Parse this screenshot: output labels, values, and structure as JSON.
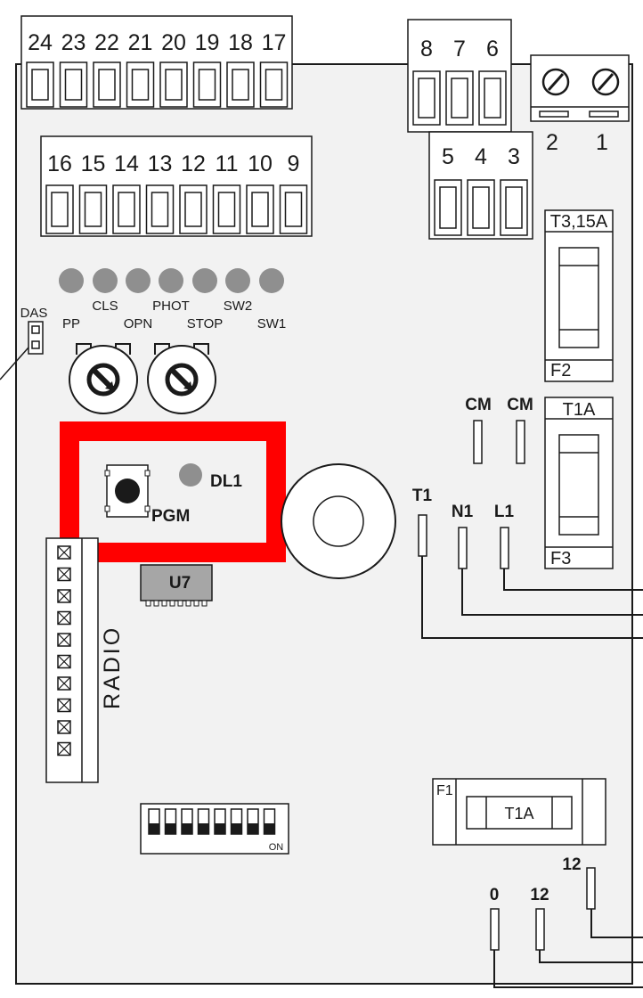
{
  "terminals": {
    "top_left": [
      "24",
      "23",
      "22",
      "21",
      "20",
      "19",
      "18",
      "17"
    ],
    "middle_left": [
      "16",
      "15",
      "14",
      "13",
      "12",
      "11",
      "10",
      "9"
    ],
    "top_right_a": [
      "8",
      "7",
      "6"
    ],
    "top_right_b": [
      "5",
      "4",
      "3"
    ],
    "power": [
      "2",
      "1"
    ]
  },
  "leds": {
    "upper_labels": [
      "CLS",
      "PHOT",
      "SW2"
    ],
    "lower_labels": [
      "PP",
      "OPN",
      "STOP",
      "SW1"
    ]
  },
  "das_label": "DAS",
  "fuses": {
    "f2": {
      "rating": "T3,15A",
      "name": "F2"
    },
    "f3": {
      "rating": "T1A",
      "name": "F3"
    },
    "f1": {
      "name": "F1",
      "rating": "T1A"
    }
  },
  "cm_labels": [
    "CM",
    "CM"
  ],
  "power_pins": [
    "T1",
    "N1",
    "L1"
  ],
  "pgm_label": "PGM",
  "dl1_label": "DL1",
  "u7_label": "U7",
  "radio_label": "RADIO",
  "dip_on_label": "ON",
  "supply_pins": {
    "zero": "0",
    "twelve_a": "12",
    "twelve_b": "12"
  },
  "colors": {
    "highlight": "#ff0000",
    "board": "#f2f2f2",
    "ink": "#1a1a1a",
    "led": "#8f8f8f"
  }
}
